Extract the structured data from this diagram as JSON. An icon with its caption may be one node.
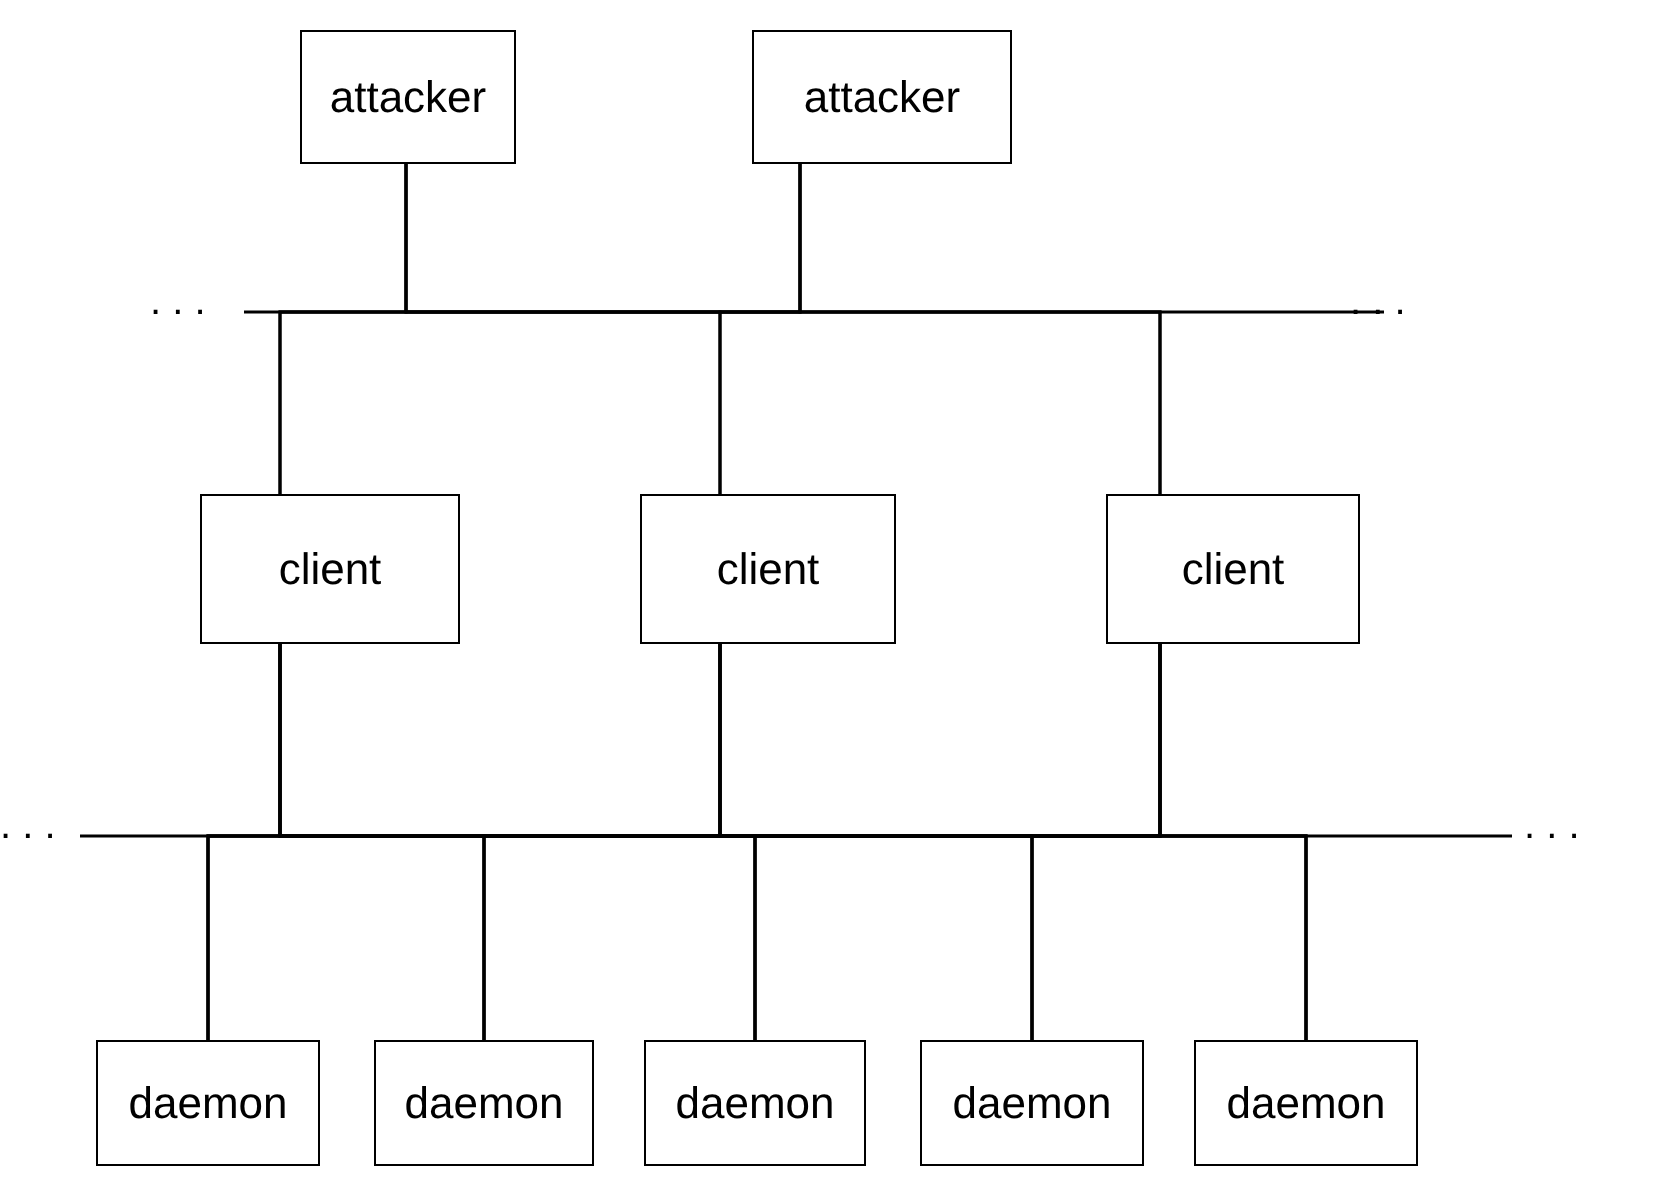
{
  "diagram": {
    "nodes": [
      {
        "text": [
          "attacker"
        ]
      },
      {
        "text": [
          "attacker"
        ]
      },
      {
        "text": [
          "client"
        ]
      },
      {
        "text": [
          "client"
        ]
      },
      {
        "text": [
          "client"
        ]
      },
      {
        "text": [
          "daemon"
        ]
      },
      {
        "text": [
          "daemon"
        ]
      },
      {
        "text": [
          "daemon"
        ]
      },
      {
        "text": [
          "daemon"
        ]
      },
      {
        "text": [
          "daemon"
        ]
      }
    ],
    "edges": [
      {
        "from": 0,
        "to": 2,
        "arrow": "none"
      },
      {
        "from": 0,
        "to": 3,
        "arrow": "none"
      },
      {
        "from": 0,
        "to": 4,
        "arrow": "none"
      },
      {
        "from": 1,
        "to": 2,
        "arrow": "none"
      },
      {
        "from": 1,
        "to": 3,
        "arrow": "none"
      },
      {
        "from": 1,
        "to": 4,
        "arrow": "none"
      },
      {
        "from": 2,
        "to": 5,
        "arrow": "none"
      },
      {
        "from": 2,
        "to": 6,
        "arrow": "none"
      },
      {
        "from": 2,
        "to": 7,
        "arrow": "none"
      },
      {
        "from": 2,
        "to": 8,
        "arrow": "none"
      },
      {
        "from": 2,
        "to": 9,
        "arrow": "none"
      },
      {
        "from": 3,
        "to": 5,
        "arrow": "none"
      },
      {
        "from": 3,
        "to": 6,
        "arrow": "none"
      },
      {
        "from": 3,
        "to": 7,
        "arrow": "none"
      },
      {
        "from": 3,
        "to": 8,
        "arrow": "none"
      },
      {
        "from": 3,
        "to": 9,
        "arrow": "none"
      },
      {
        "from": 4,
        "to": 5,
        "arrow": "none"
      },
      {
        "from": 4,
        "to": 6,
        "arrow": "none"
      },
      {
        "from": 4,
        "to": 7,
        "arrow": "none"
      },
      {
        "from": 4,
        "to": 8,
        "arrow": "none"
      },
      {
        "from": 4,
        "to": 9,
        "arrow": "none"
      }
    ],
    "labels": [
      ". . .",
      ". . .",
      ". . .",
      ". . ."
    ]
  }
}
